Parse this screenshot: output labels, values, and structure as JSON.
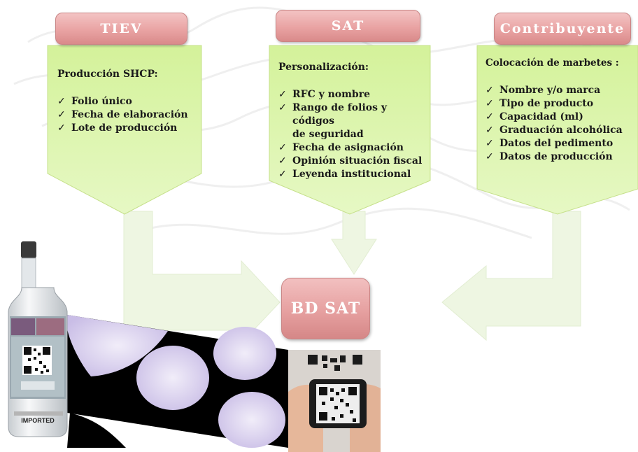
{
  "headers": {
    "tiev": "TIEV",
    "sat": "SAT",
    "contribuyente": "Contribuyente"
  },
  "boxes": {
    "tiev": {
      "title": "Producción SHCP:",
      "items": [
        "Folio único",
        "Fecha de elaboración",
        "Lote de producción"
      ]
    },
    "sat": {
      "title": "Personalización:",
      "items": [
        "RFC y nombre",
        "Rango de folios y códigos",
        "de seguridad",
        "Fecha de asignación",
        "Opinión situación fiscal",
        "Leyenda institucional"
      ]
    },
    "contribuyente": {
      "title": "Colocación de marbetes :",
      "items": [
        "Nombre y/o marca",
        "Tipo de producto",
        "Capacidad (ml)",
        "Graduación alcohólica",
        "Datos del pedimento",
        "Datos de producción"
      ]
    }
  },
  "center_box": "BD SAT",
  "check_glyph": "✓",
  "bottle_label": "IMPORTED",
  "colors": {
    "header_pink": "#e9a3a3",
    "box_green": "#d9f5a4",
    "arrow_green": "#eef6e2",
    "strip_purple": "#d9d0ee"
  }
}
